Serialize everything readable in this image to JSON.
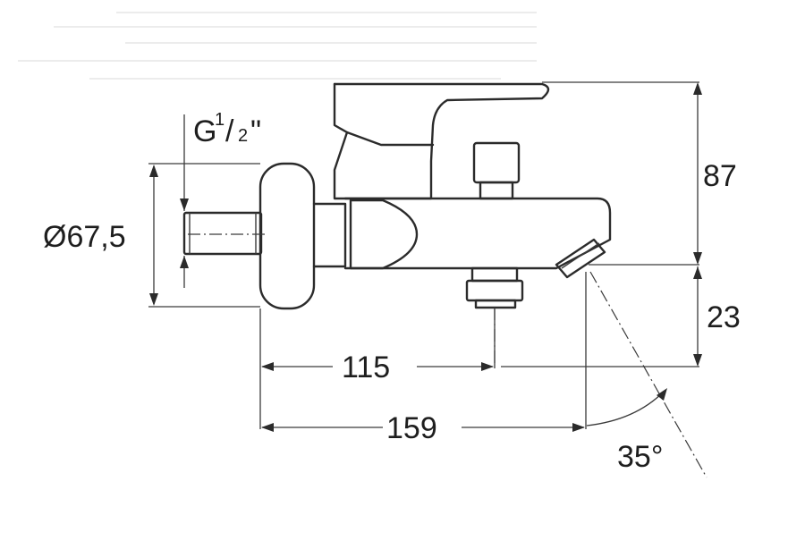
{
  "dimensions": {
    "thread": "G",
    "thread_fraction_num": "1",
    "thread_fraction_den": "2",
    "thread_inch": "\"",
    "diameter": "Ø67,5",
    "height_top": "87",
    "height_bottom": "23",
    "outlet_distance": "115",
    "spout_distance": "159",
    "angle": "35°"
  }
}
